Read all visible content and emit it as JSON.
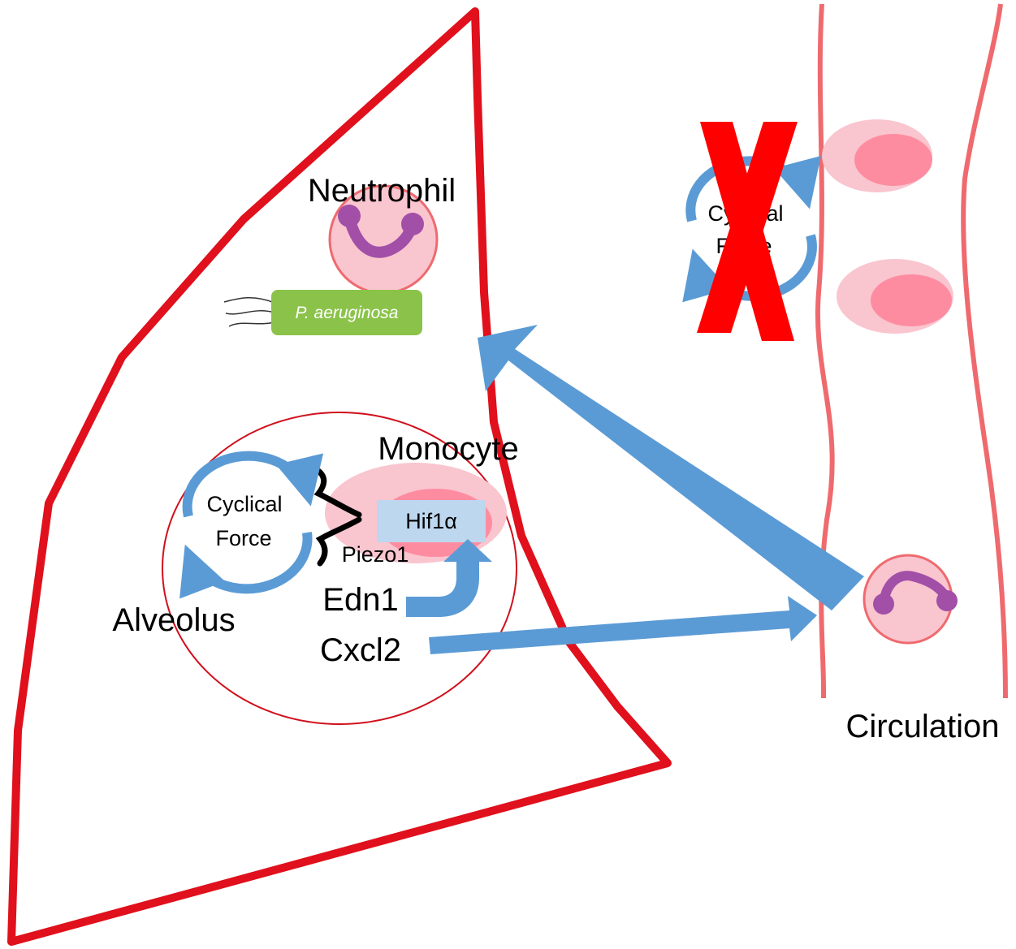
{
  "labels": {
    "neutrophil": "Neutrophil",
    "bacteria": "P. aeruginosa",
    "monocyte": "Monocyte",
    "cyclical_force_1": "Cyclical",
    "cyclical_force_2": "Force",
    "hif1a": "Hif1α",
    "piezo1": "Piezo1",
    "alveolus": "Alveolus",
    "edn1": "Edn1",
    "cxcl2": "Cxcl2",
    "circulation": "Circulation",
    "vessel_force_1": "Cyclical",
    "vessel_force_2": "Force"
  },
  "colors": {
    "lung_outline": "#e0101c",
    "vessel_wall": "#ef6a6e",
    "arrow_blue": "#5b9bd5",
    "cell_pink_light": "#f9c5cf",
    "cell_pink_dark": "#ff8199",
    "nucleus_purple": "#a24fa8",
    "bacteria_green": "#8bc34a",
    "hif_box": "#bdd7ee",
    "red_x": "#ff0000"
  },
  "icons": {
    "bacteria": "bacteria-flagella-icon",
    "blocked": "red-x-icon",
    "cycle": "circular-arrows-icon"
  }
}
